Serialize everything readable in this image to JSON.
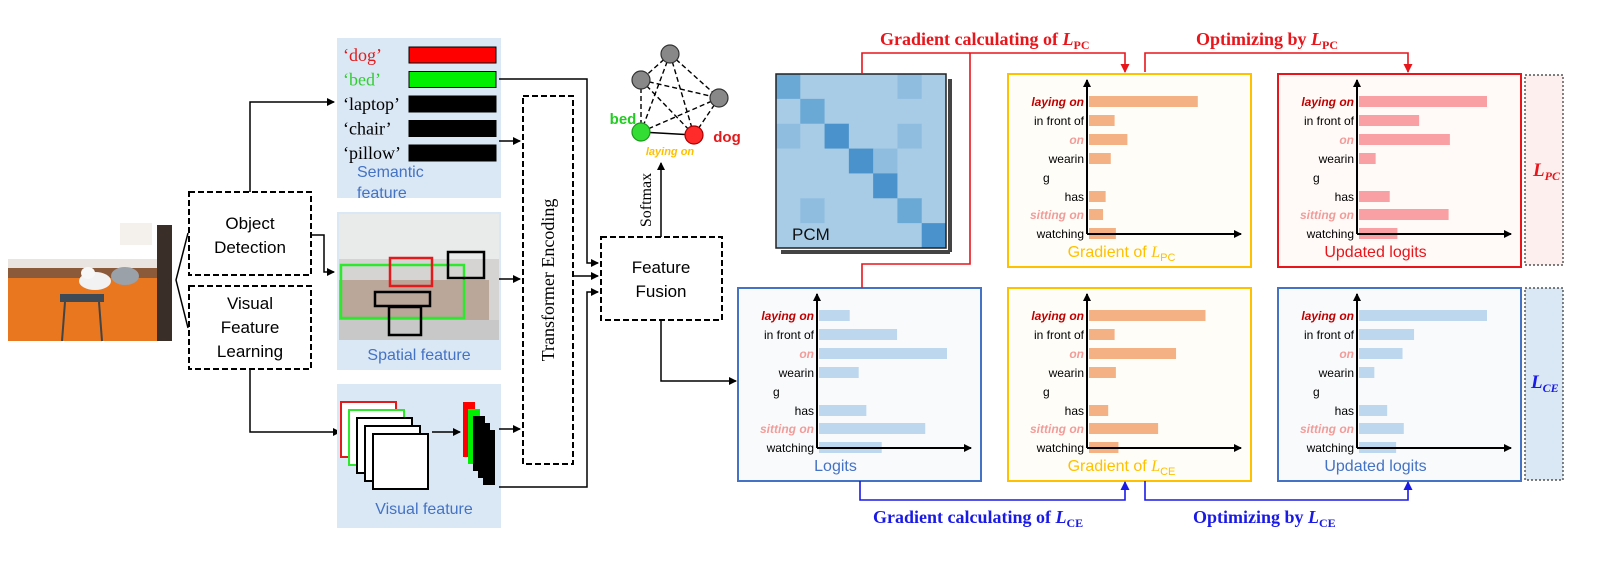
{
  "pipeline": {
    "object_detection": [
      "Object",
      "Detection"
    ],
    "visual_feature_learning": [
      "Visual",
      "Feature",
      "Learning"
    ],
    "transformer_encoding": "Transformer Encoding",
    "feature_fusion": [
      "Feature",
      "Fusion"
    ],
    "softmax": "Softmax"
  },
  "semantic": {
    "items": [
      {
        "text": "‘dog’",
        "color": "#e31a1c",
        "bar": "#ff0000"
      },
      {
        "text": "‘bed’",
        "color": "#33cc33",
        "bar": "#00ee00"
      },
      {
        "text": "‘laptop’",
        "color": "#000000",
        "bar": "#000000"
      },
      {
        "text": "‘chair’",
        "color": "#000000",
        "bar": "#000000"
      },
      {
        "text": "‘pillow’",
        "color": "#000000",
        "bar": "#000000"
      }
    ],
    "caption": [
      "Semantic",
      "feature"
    ]
  },
  "spatial": {
    "caption": "Spatial feature"
  },
  "visual": {
    "caption": "Visual feature"
  },
  "graph": {
    "bed": "bed",
    "dog": "dog",
    "relation": "laying on"
  },
  "pcm": {
    "label": "PCM"
  },
  "predicates": [
    {
      "text": "laying on",
      "style": "dark-red"
    },
    {
      "text": "in front of",
      "style": "normal"
    },
    {
      "text": "on",
      "style": "light-red"
    },
    {
      "text": "wearin",
      "style": "normal"
    },
    {
      "text": "g",
      "style": "normal"
    },
    {
      "text": "has",
      "style": "normal"
    },
    {
      "text": "sitting on",
      "style": "light-red"
    },
    {
      "text": "watching",
      "style": "normal"
    }
  ],
  "charts": {
    "logits": {
      "caption": "Logits",
      "values": [
        0.24,
        0.61,
        1.0,
        0.31,
        0.37,
        0.83,
        0.49
      ]
    },
    "grad_ce": {
      "caption_prefix": "Gradient of ",
      "values": [
        0.91,
        0.2,
        0.68,
        0.21,
        0.15,
        0.54,
        0.23
      ]
    },
    "updated_ce": {
      "caption": "Updated logits",
      "values": [
        1.0,
        0.43,
        0.34,
        0.12,
        0.22,
        0.35,
        0.29
      ]
    },
    "grad_pc": {
      "caption_prefix": "Gradient of ",
      "values": [
        0.85,
        0.2,
        0.3,
        0.17,
        0.13,
        0.11,
        0.21
      ]
    },
    "updated_pc": {
      "caption": "Updated logits",
      "values": [
        1.0,
        0.47,
        0.71,
        0.13,
        0.24,
        0.7,
        0.3
      ]
    }
  },
  "loss": {
    "L": "L",
    "PC": "PC",
    "CE": "CE"
  },
  "arrows": {
    "grad_pc": "Gradient calculating of ",
    "opt_pc": "Optimizing by ",
    "grad_ce": "Gradient calculating of ",
    "opt_ce": "Optimizing by "
  },
  "colors": {
    "red": "#e8151b",
    "blue": "#1a1ae6",
    "panel_blue": "#4472c4",
    "panel_orange": "#ffc000",
    "panel_red": "#e8151b",
    "logit_bar": "#bdd7ee",
    "grad_bar": "#f4b183",
    "updated_pc_bar": "#f8a0a4",
    "feature_bg": "#dae8f5",
    "caption_blue": "#4472c4",
    "caption_orange": "#ffc000"
  }
}
